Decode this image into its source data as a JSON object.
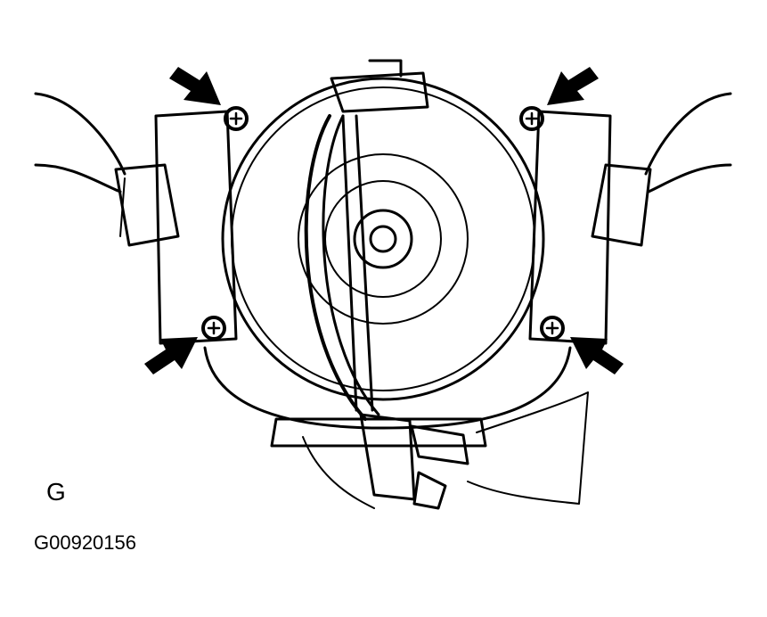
{
  "figure": {
    "view_letter": "G",
    "figure_code": "G00920156",
    "subject": "spiral-cable-clock-spring-assembly",
    "arrows": [
      {
        "id": "top-left",
        "target": "screw-top-left"
      },
      {
        "id": "top-right",
        "target": "screw-top-right"
      },
      {
        "id": "bottom-left",
        "target": "screw-bottom-left"
      },
      {
        "id": "bottom-right",
        "target": "screw-bottom-right"
      }
    ],
    "colors": {
      "line": "#000000",
      "background": "#ffffff"
    }
  }
}
